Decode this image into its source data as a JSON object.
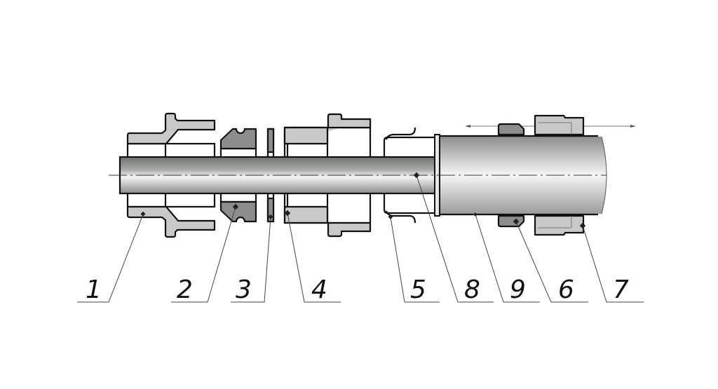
{
  "diagram": {
    "title": "Pipe fitting assembly exploded view",
    "labels": [
      {
        "id": "1",
        "text": "1"
      },
      {
        "id": "2",
        "text": "2"
      },
      {
        "id": "3",
        "text": "3"
      },
      {
        "id": "4",
        "text": "4"
      },
      {
        "id": "5",
        "text": "5"
      },
      {
        "id": "8",
        "text": "8"
      },
      {
        "id": "9",
        "text": "9"
      },
      {
        "id": "6",
        "text": "6"
      },
      {
        "id": "7",
        "text": "7"
      }
    ]
  }
}
